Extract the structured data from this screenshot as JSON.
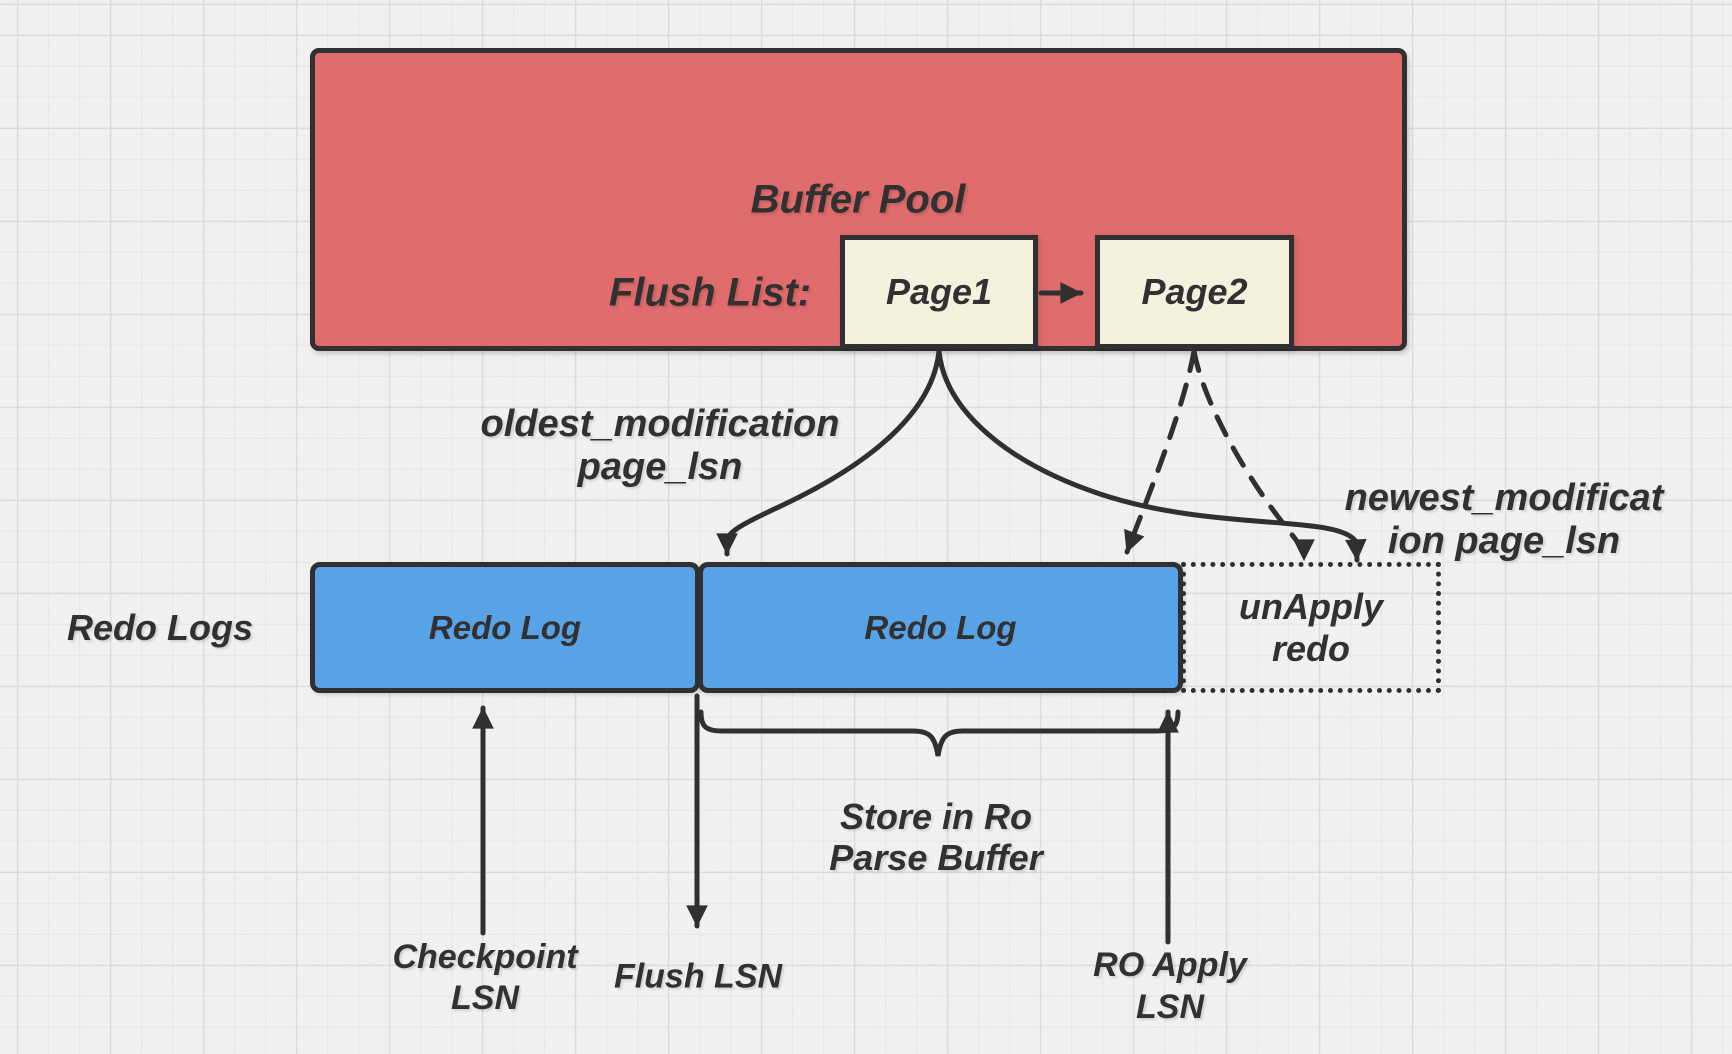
{
  "diagram": {
    "buffer_pool": {
      "title": "Buffer Pool",
      "flush_list_label": "Flush List:",
      "pages": [
        {
          "label": "Page1"
        },
        {
          "label": "Page2"
        }
      ]
    },
    "redo_row": {
      "row_label": "Redo Logs",
      "segments": [
        {
          "label": "Redo Log"
        },
        {
          "label": "Redo Log"
        }
      ],
      "unapply": {
        "line1": "unApply",
        "line2": "redo"
      }
    },
    "annotations": {
      "oldest": {
        "line1": "oldest_modification",
        "line2": "page_lsn"
      },
      "newest": {
        "line1": "newest_modificat",
        "line2": "ion page_lsn"
      },
      "store": {
        "line1": "Store in Ro",
        "line2": "Parse Buffer"
      },
      "checkpoint": {
        "line1": "Checkpoint",
        "line2": "LSN"
      },
      "flush": {
        "line1": "Flush LSN"
      },
      "ro_apply": {
        "line1": "RO Apply",
        "line2": "LSN"
      }
    },
    "colors": {
      "background": "#f3f2f0",
      "grid_minor": "#e9e8e6",
      "grid_major": "#dddcda",
      "buffer_pool_fill": "#e16a6b",
      "page_fill": "#f5f2df",
      "redo_log_fill": "#56a2e7",
      "stroke": "#2d2d2d",
      "text": "#2e2e2e"
    }
  }
}
